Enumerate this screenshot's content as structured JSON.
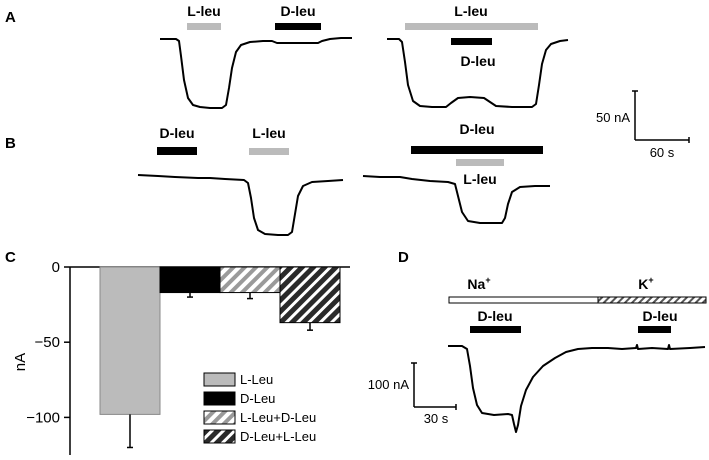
{
  "colors": {
    "l_leu": "#bbbbbb",
    "d_leu": "#000000",
    "hatch_light": "#9a9a9a",
    "hatch_dark": "#2a2a2a"
  },
  "panels": {
    "A": "A",
    "B": "B",
    "C": "C",
    "D": "D"
  },
  "panel_a": {
    "left_bars": [
      "L-leu",
      "D-leu"
    ],
    "right_top": "L-leu",
    "right_inner": "D-leu"
  },
  "panel_b": {
    "left_bars": [
      "D-leu",
      "L-leu"
    ],
    "right_top": "D-leu",
    "right_inner": "L-leu"
  },
  "scale_ab": {
    "vertical": "50 nA",
    "horizontal": "60 s"
  },
  "panel_d": {
    "na_label": "Na",
    "k_label": "K",
    "ion_superscript": "+",
    "bar_left": "D-leu",
    "bar_right": "D-leu",
    "scale_vertical": "100 nA",
    "scale_horizontal": "30 s"
  },
  "chart_data": {
    "type": "bar",
    "ylabel": "nA",
    "ylim": [
      -125,
      0
    ],
    "yticks": [
      0,
      -50,
      -100
    ],
    "ytick_labels": [
      "0",
      "−50",
      "−100"
    ],
    "categories": [
      "L-Leu",
      "D-Leu",
      "L-Leu+D-Leu",
      "D-Leu+L-Leu"
    ],
    "values": [
      -98,
      -17,
      -17,
      -37
    ],
    "errors": [
      22,
      3,
      4,
      5
    ],
    "fills": [
      "gray",
      "black",
      "hatch-light",
      "hatch-dark"
    ],
    "legend": [
      "L-Leu",
      "D-Leu",
      "L-Leu+D-Leu",
      "D-Leu+L-Leu"
    ],
    "legend_position": "bottom-right"
  }
}
